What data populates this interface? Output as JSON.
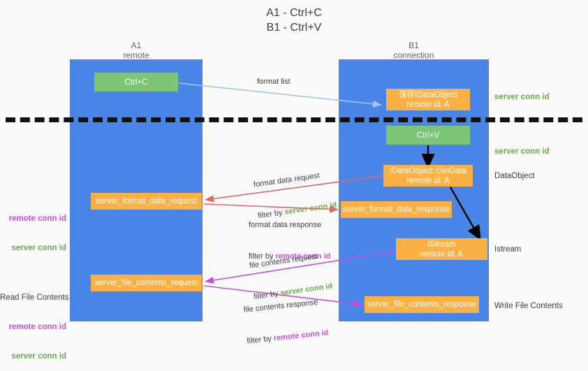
{
  "title": "A1 - Ctrl+C\nB1 - Ctrl+V",
  "lanes": {
    "a": {
      "name": "A1",
      "role": "remote",
      "header": "A1\nremote",
      "color": "#4a86e8"
    },
    "b": {
      "name": "B1",
      "role": "connection",
      "header": "B1\nconnection",
      "color": "#4a86e8"
    }
  },
  "colors": {
    "lane": "#4a86e8",
    "green_box": "#7cc576",
    "orange_box": "#fbb143",
    "server_conn_id": "#6aa84f",
    "remote_conn_id": "#c24fd4",
    "arrow_blue": "#9fc5e8",
    "arrow_red": "#e06666",
    "arrow_magenta": "#c24fd4",
    "arrow_black": "#000000",
    "divider": "#111111",
    "background": "#fafafa",
    "text": "#3c4043"
  },
  "boxes": {
    "ctrl_c": {
      "label": "Ctrl+C",
      "type": "green"
    },
    "save_idataobject": {
      "label": "保存IDataObject",
      "sub": "remote id: A",
      "type": "orange"
    },
    "ctrl_v": {
      "label": "Ctrl+V",
      "type": "green"
    },
    "getdata": {
      "label": "IDataObject::GetData",
      "sub": "remote id: A",
      "type": "orange"
    },
    "istream": {
      "label": "IStream",
      "sub": "remote id: A",
      "type": "orange"
    },
    "server_format_data_request": {
      "label": "server_format_data_request",
      "type": "orange"
    },
    "server_format_data_response": {
      "label": "server_format_data_response",
      "type": "orange"
    },
    "server_file_contents_request": {
      "label": "server_file_contents_request",
      "type": "orange"
    },
    "server_file_contents_response": {
      "label": "server_file_contents_response",
      "type": "orange"
    }
  },
  "edge_labels": {
    "format_list": "format list",
    "format_data_request": {
      "line1": "format data request",
      "prefix": "filter by ",
      "key": "server conn id"
    },
    "format_data_response": {
      "line1": "format data response",
      "prefix": "filter by ",
      "key": "remote conn id"
    },
    "file_contents_request": {
      "line1": "file contents request",
      "prefix": "filter by ",
      "key": "server conn id"
    },
    "file_contents_response": {
      "line1": "file contents response",
      "prefix": "filter by ",
      "key": "remote conn id"
    }
  },
  "right_notes": {
    "server_conn_id_1": "server conn id",
    "server_conn_id_2": "server conn id",
    "dataobject": "DataObject",
    "istream": "Istream",
    "write_file_contents": "Write File Contents"
  },
  "left_notes": {
    "read_file_contents": "Read File Contents",
    "remote_conn_id_1": "remote conn id",
    "server_conn_id_1": "server conn id",
    "remote_conn_id_2": "remote conn id",
    "server_conn_id_2": "server conn id"
  }
}
